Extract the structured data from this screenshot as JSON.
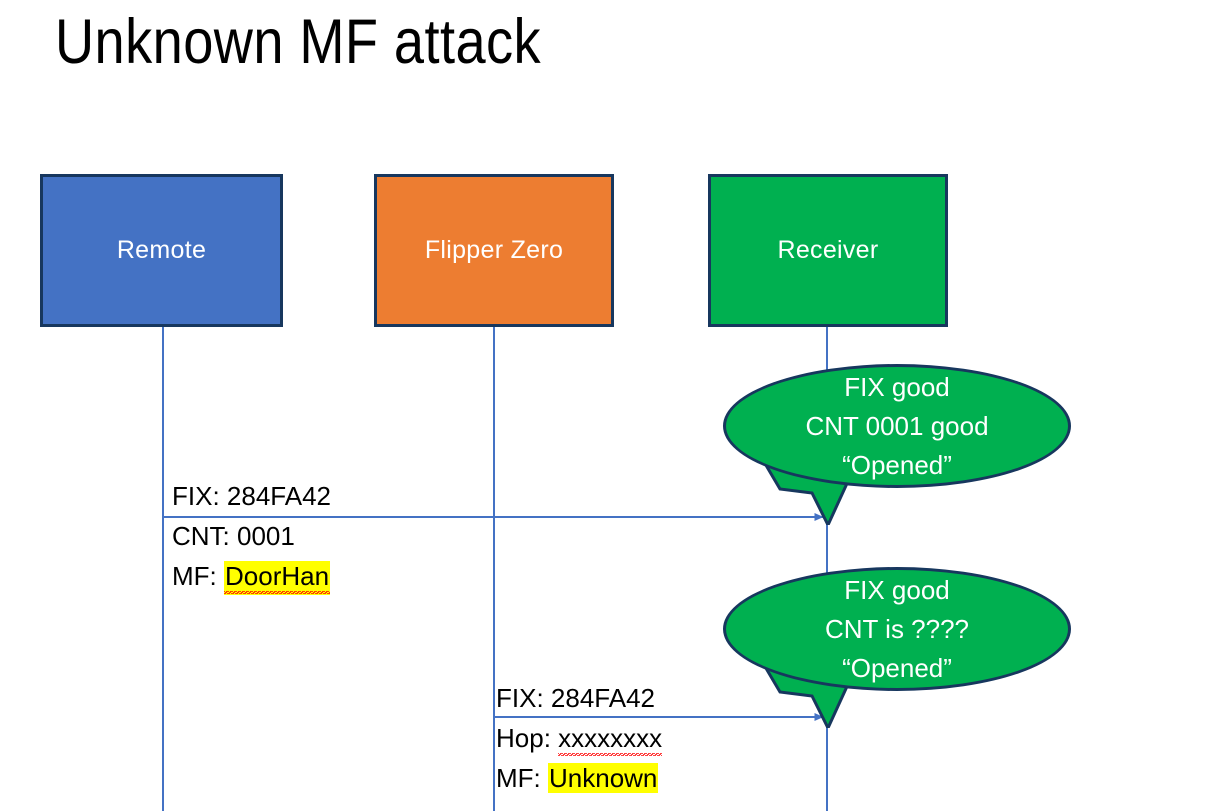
{
  "slide": {
    "title": "Unknown MF attack",
    "background": "#FFFFFF"
  },
  "colors": {
    "remote_fill": "#4472C4",
    "flipper_fill": "#ED7D31",
    "receiver_fill": "#00B050",
    "box_border": "#17375E",
    "lifeline": "#4472C4",
    "highlight": "#FFFF00",
    "spellcheck_underline": "#FF0000",
    "text_dark": "#000000",
    "text_light": "#FFFFFF"
  },
  "actors": [
    {
      "id": "remote",
      "label": "Remote"
    },
    {
      "id": "flipper",
      "label": "Flipper Zero"
    },
    {
      "id": "receiver",
      "label": "Receiver"
    }
  ],
  "messages": [
    {
      "id": "msg1",
      "from": "remote",
      "to": "receiver",
      "lines": [
        {
          "prefix": "FIX: ",
          "value": "284FA42",
          "highlight": false,
          "spellcheck_error": false
        },
        {
          "prefix": "CNT: ",
          "value": "0001",
          "highlight": false,
          "spellcheck_error": false
        },
        {
          "prefix": "MF: ",
          "value": "DoorHan",
          "highlight": true,
          "spellcheck_error": true
        }
      ]
    },
    {
      "id": "msg2",
      "from": "flipper",
      "to": "receiver",
      "lines": [
        {
          "prefix": "FIX: ",
          "value": "284FA42",
          "highlight": false,
          "spellcheck_error": false
        },
        {
          "prefix": "Hop: ",
          "value": "xxxxxxxx",
          "highlight": false,
          "spellcheck_error": true
        },
        {
          "prefix": "MF: ",
          "value": "Unknown",
          "highlight": true,
          "spellcheck_error": false
        }
      ]
    }
  ],
  "callouts": [
    {
      "id": "callout1",
      "attached_to": "msg1",
      "lines": [
        "FIX good",
        "CNT 0001 good",
        "“Opened”"
      ]
    },
    {
      "id": "callout2",
      "attached_to": "msg2",
      "lines": [
        "FIX good",
        "CNT is ????",
        "“Opened”"
      ]
    }
  ]
}
